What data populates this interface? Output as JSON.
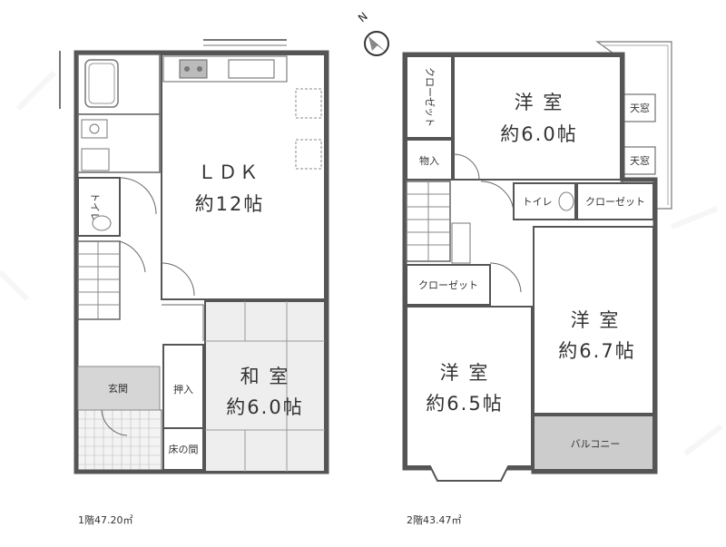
{
  "floor1": {
    "ldk_name": "ＬＤＫ",
    "ldk_size": "約12帖",
    "washitsu_name": "和 室",
    "washitsu_size": "約6.0帖",
    "toilet": "トイレ",
    "oshiire": "押入",
    "tokonoma": "床の間",
    "genkan": "玄関",
    "area": "1階47.20㎡"
  },
  "floor2": {
    "room_top_name": "洋 室",
    "room_top_size": "約6.0帖",
    "room_right_name": "洋 室",
    "room_right_size": "約6.7帖",
    "room_left_name": "洋 室",
    "room_left_size": "約6.5帖",
    "closet_top": "クローゼット",
    "closet_mid": "クローゼット",
    "closet_left": "クローゼット",
    "storage": "物入",
    "toilet": "トイレ",
    "skylight_1": "天窓",
    "skylight_2": "天窓",
    "balcony": "バルコニー",
    "area": "2階43.47㎡"
  },
  "compass": {
    "label": "N"
  },
  "colors": {
    "wall": "#555555",
    "tatami": "#e6e6e6",
    "balcony": "#cccccc",
    "entrance": "#d6d6d6"
  }
}
